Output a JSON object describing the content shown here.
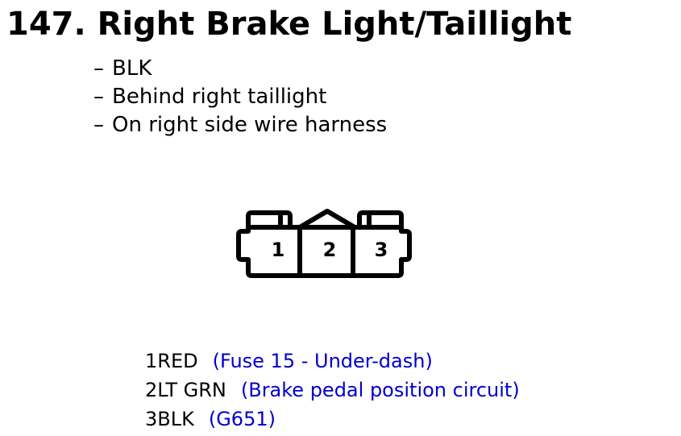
{
  "title": "147. Right Brake Light/Taillight",
  "notes": [
    {
      "dash": "–",
      "text": "BLK"
    },
    {
      "dash": "–",
      "text": "Behind right taillight"
    },
    {
      "dash": "–",
      "text": "On right side wire harness"
    }
  ],
  "connector": {
    "pins": [
      "1",
      "2",
      "3"
    ]
  },
  "pinout": [
    {
      "pin_color": "1RED",
      "desc": "(Fuse 15 - Under-dash)"
    },
    {
      "pin_color": "2LT GRN",
      "desc": "(Brake pedal position circuit)"
    },
    {
      "pin_color": "3BLK",
      "desc": "(G651)"
    }
  ],
  "colors": {
    "text": "#000000",
    "description": "#0000cc",
    "background": "#ffffff"
  }
}
